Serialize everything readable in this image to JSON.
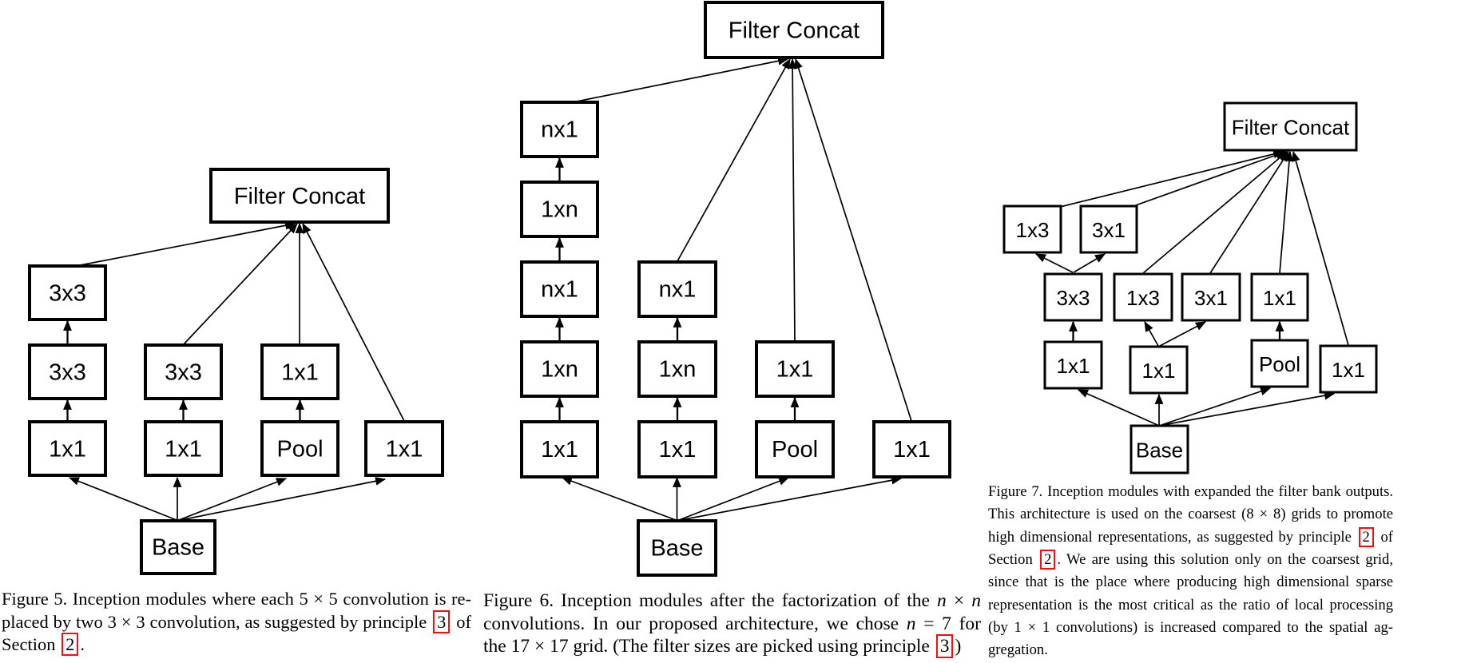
{
  "page": {
    "background": "#ffffff",
    "diagram_color": "#000000",
    "cite_box_color": "#f30d0d"
  },
  "fig5": {
    "nodes": {
      "filter_concat": "Filter Concat",
      "conv3x3_top": "3x3",
      "conv3x3_left": "3x3",
      "conv3x3_mid": "3x3",
      "conv1x1_right": "1x1",
      "conv1x1_left": "1x1",
      "conv1x1_mid": "1x1",
      "pool": "Pool",
      "conv1x1_far_right": "1x1",
      "base": "Base"
    },
    "caption_lines": [
      [
        {
          "t": "Figure 5. Inception modules where each 5 × 5 convolution is re-",
          "s": "plain"
        }
      ],
      [
        {
          "t": "placed by two 3 × 3 convolution, as suggested by principle ",
          "s": "plain"
        },
        {
          "t": "3",
          "s": "cite"
        },
        {
          "t": " of",
          "s": "plain"
        }
      ],
      [
        {
          "t": "Section ",
          "s": "plain"
        },
        {
          "t": "2",
          "s": "cite"
        },
        {
          "t": ".",
          "s": "plain"
        }
      ]
    ]
  },
  "fig6": {
    "nodes": {
      "filter_concat": "Filter Concat",
      "c1_nx1_top": "nx1",
      "c1_1xn_a": "1xn",
      "c1_nx1_b": "nx1",
      "c1_1xn_b": "1xn",
      "c1_1x1": "1x1",
      "c2_nx1": "nx1",
      "c2_1xn": "1xn",
      "c2_1x1": "1x1",
      "c3_1x1": "1x1",
      "c3_pool": "Pool",
      "c4_1x1": "1x1",
      "base": "Base"
    },
    "caption_lines": [
      [
        {
          "t": "Figure 6. Inception modules after the factorization of the ",
          "s": "plain"
        },
        {
          "t": "n",
          "s": "var"
        },
        {
          "t": " × ",
          "s": "plain"
        },
        {
          "t": "n",
          "s": "var"
        }
      ],
      [
        {
          "t": "convolutions. In our proposed architecture, we chose ",
          "s": "plain"
        },
        {
          "t": "n",
          "s": "var"
        },
        {
          "t": " = 7 for",
          "s": "plain"
        }
      ],
      [
        {
          "t": "the 17 × 17 grid. (The filter sizes are picked using principle ",
          "s": "plain"
        },
        {
          "t": "3",
          "s": "cite"
        },
        {
          "t": ")",
          "s": "plain"
        }
      ]
    ]
  },
  "fig7": {
    "nodes": {
      "filter_concat": "Filter Concat",
      "top_1x3": "1x3",
      "top_3x1": "3x1",
      "mid_3x3": "3x3",
      "mid_1x3": "1x3",
      "mid_3x1": "3x1",
      "mid_1x1": "1x1",
      "bot_1x1_a": "1x1",
      "bot_1x1_b": "1x1",
      "bot_pool": "Pool",
      "bot_1x1_d": "1x1",
      "base": "Base"
    },
    "caption_lines": [
      [
        {
          "t": "Figure 7. Inception modules with expanded the filter bank outputs.",
          "s": "plain"
        }
      ],
      [
        {
          "t": "This architecture is used on the coarsest (8 × 8) grids to promote",
          "s": "plain"
        }
      ],
      [
        {
          "t": "high dimensional representations, as suggested by principle ",
          "s": "plain"
        },
        {
          "t": "2",
          "s": "cite"
        },
        {
          "t": " of",
          "s": "plain"
        }
      ],
      [
        {
          "t": "Section ",
          "s": "plain"
        },
        {
          "t": "2",
          "s": "cite"
        },
        {
          "t": ". We are using this solution only on the coarsest grid,",
          "s": "plain"
        }
      ],
      [
        {
          "t": "since that is the place where producing high dimensional sparse",
          "s": "plain"
        }
      ],
      [
        {
          "t": "representation is the most critical as the ratio of local processing",
          "s": "plain"
        }
      ],
      [
        {
          "t": "(by 1 × 1 convolutions) is increased compared to the spatial ag-",
          "s": "plain"
        }
      ],
      [
        {
          "t": "gregation.",
          "s": "plain"
        }
      ]
    ]
  }
}
